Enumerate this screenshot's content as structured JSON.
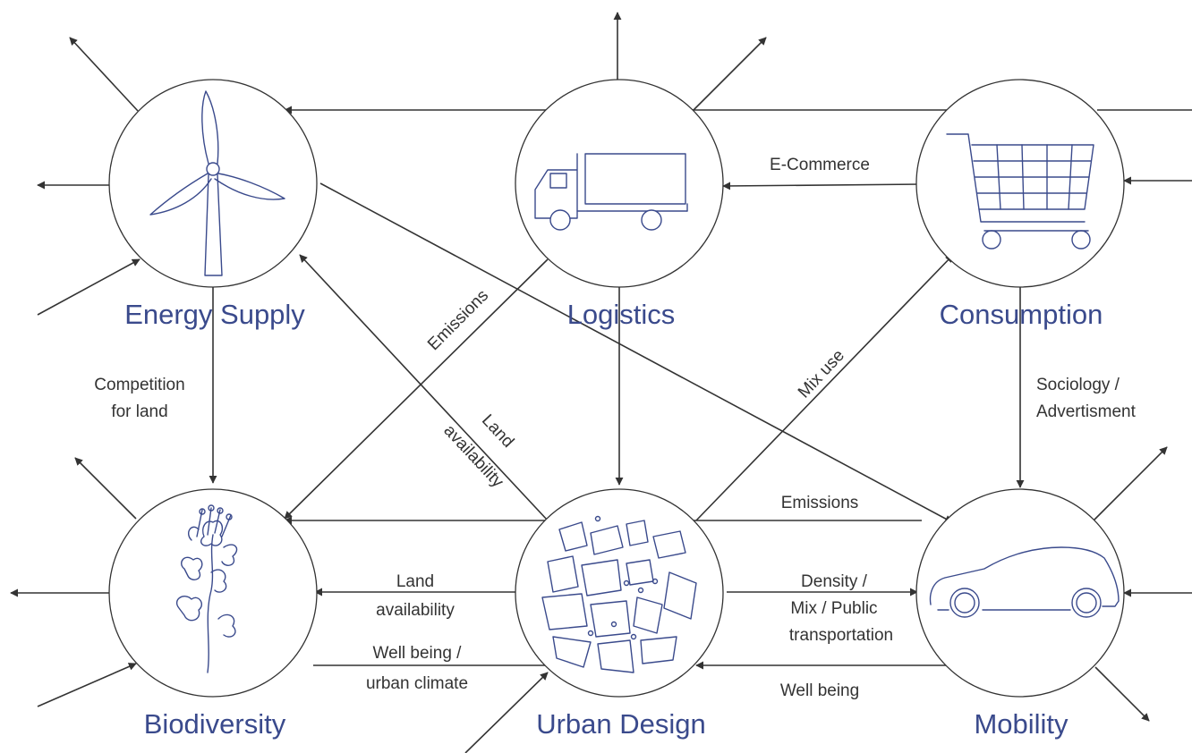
{
  "colors": {
    "node_label": "#3a4a8c",
    "line": "#333333",
    "icon_stroke": "#3a4a8c"
  },
  "nodes": {
    "energy": {
      "label": "Energy Supply",
      "icon": "wind-turbine-icon"
    },
    "logistics": {
      "label": "Logistics",
      "icon": "truck-icon"
    },
    "consumption": {
      "label": "Consumption",
      "icon": "shopping-cart-icon"
    },
    "biodiversity": {
      "label": "Biodiversity",
      "icon": "flower-plant-icon"
    },
    "urban": {
      "label": "Urban Design",
      "icon": "city-map-icon"
    },
    "mobility": {
      "label": "Mobility",
      "icon": "car-icon"
    }
  },
  "edge_labels": {
    "ecommerce": "E-Commerce",
    "competition_1": "Competition",
    "competition_2": "for land",
    "emissions_diag": "Emissions",
    "land_avail_diag_1": "Land",
    "land_avail_diag_2": "availability",
    "mix_use": "Mix use",
    "sociology_1": "Sociology /",
    "sociology_2": "Advertisment",
    "emissions_h": "Emissions",
    "land_avail_1": "Land",
    "land_avail_2": "availability",
    "density_1": "Density /",
    "density_2": "Mix / Public",
    "density_3": "transportation",
    "wellbeing_climate_1": "Well being /",
    "wellbeing_climate_2": "urban climate",
    "wellbeing": "Well being"
  }
}
